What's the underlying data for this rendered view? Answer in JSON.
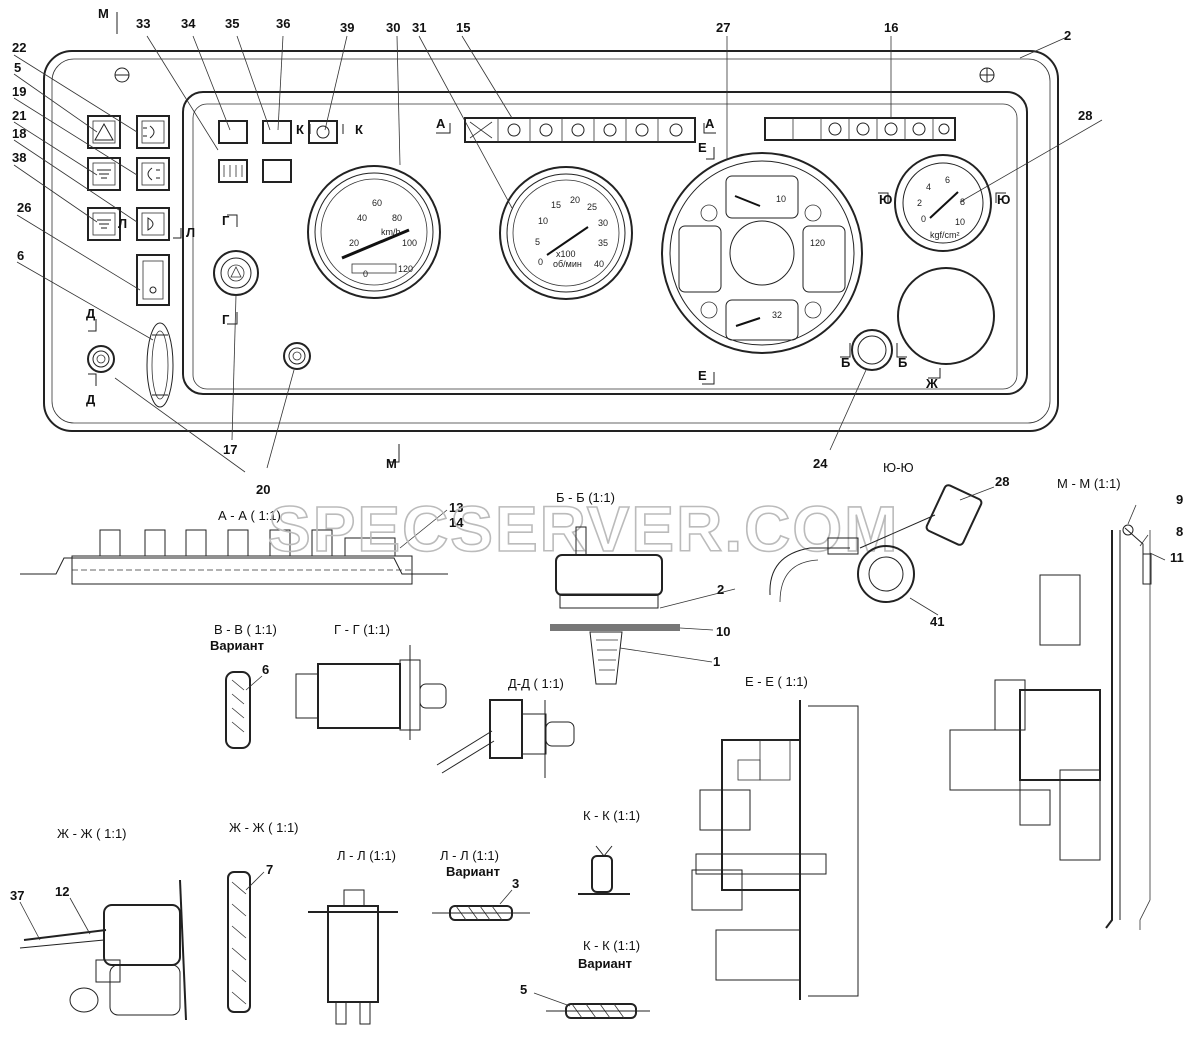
{
  "watermark": "SPECSERVER.COM",
  "callouts": {
    "m": "М",
    "m2": "М",
    "n33": "33",
    "n34": "34",
    "n35": "35",
    "n36": "36",
    "n39": "39",
    "n30": "30",
    "n31": "31",
    "n15": "15",
    "n27": "27",
    "n16": "16",
    "n2": "2",
    "n22": "22",
    "n5": "5",
    "n19": "19",
    "n21": "21",
    "n18": "18",
    "n38": "38",
    "n26": "26",
    "n6": "6",
    "n28": "28",
    "n17": "17",
    "n20": "20",
    "n24": "24",
    "a1": "А",
    "a2": "А",
    "e1": "Е",
    "e2": "Е",
    "g1": "Г",
    "g2": "Г",
    "d1": "Д",
    "d2": "Д",
    "k1": "К",
    "k2": "К",
    "l1": "Л",
    "l2": "Л",
    "yu1": "Ю",
    "yu2": "Ю",
    "zh1": "Ж",
    "b1": "Б",
    "b2": "Б",
    "n13": "13",
    "n14": "14",
    "n2b": "2",
    "n10": "10",
    "n1": "1",
    "n28b": "28",
    "n41": "41",
    "n9": "9",
    "n8": "8",
    "n11": "11",
    "n6b": "6",
    "n37": "37",
    "n12": "12",
    "n7": "7",
    "n3": "3",
    "n5b": "5"
  },
  "speedometer": {
    "ticks": [
      "20",
      "40",
      "60",
      "80",
      "100",
      "120",
      "0"
    ],
    "unit": "km/h"
  },
  "tachometer": {
    "ticks": [
      "0",
      "5",
      "10",
      "15",
      "20",
      "25",
      "30",
      "35",
      "40"
    ],
    "unit1": "x100",
    "unit2": "об/мин"
  },
  "gauge_cluster": {
    "t1": "10",
    "t2": "120",
    "t3": "32"
  },
  "pressure_gauge": {
    "ticks": [
      "0",
      "2",
      "4",
      "6",
      "8",
      "10"
    ],
    "unit": "kgf/cm²"
  },
  "sections": {
    "aa": "А - А ( 1:1)",
    "bb": "Б - Б (1:1)",
    "yuyu": "Ю-Ю",
    "mm": "М - М (1:1)",
    "vv": "В - В ( 1:1)",
    "vv_var": "Вариант",
    "gg": "Г - Г (1:1)",
    "dd": "Д-Д ( 1:1)",
    "ee": "Е - Е ( 1:1)",
    "zz1": "Ж - Ж ( 1:1)",
    "zz2": "Ж - Ж ( 1:1)",
    "ll1": "Л - Л (1:1)",
    "ll2": "Л - Л (1:1)",
    "ll2_var": "Вариант",
    "kk1": "К - К (1:1)",
    "kk2": "К - К (1:1)",
    "kk2_var": "Вариант"
  }
}
